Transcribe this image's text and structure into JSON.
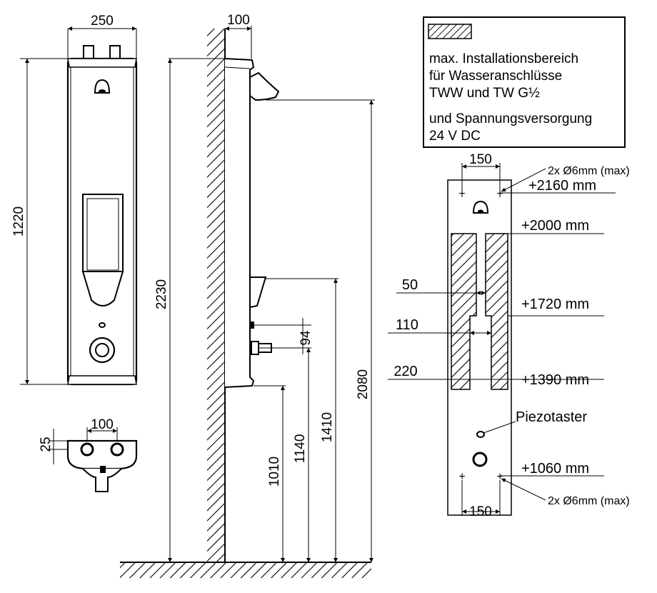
{
  "front_view": {
    "width_label": "250",
    "height_label": "1220"
  },
  "side_view": {
    "depth_label": "100",
    "total_height_label": "2230",
    "outlet_height_label": "2080",
    "h1410_label": "1410",
    "h1140_label": "1140",
    "h1010_label": "1010",
    "d94_label": "94"
  },
  "top_view": {
    "spacing_label": "100",
    "offset_label": "25"
  },
  "legend": {
    "line1": "max. Installationsbereich",
    "line2": "für Wasseranschlüsse",
    "line3": "TWW und TW G½",
    "line4": "und Spannungsversorgung",
    "line5": "24 V  DC"
  },
  "install_plate": {
    "top_spacing": "150",
    "bottom_spacing": "150",
    "top_holes": "2x Ø6mm (max)",
    "bottom_holes": "2x Ø6mm (max)",
    "mark_2160": "+2160 mm",
    "mark_2000": "+2000 mm",
    "mark_1720": "+1720 mm",
    "mark_1390": "+1390 mm",
    "mark_1060": "+1060 mm",
    "w50": "50",
    "w110": "110",
    "w220": "220",
    "piezo": "Piezotaster"
  }
}
